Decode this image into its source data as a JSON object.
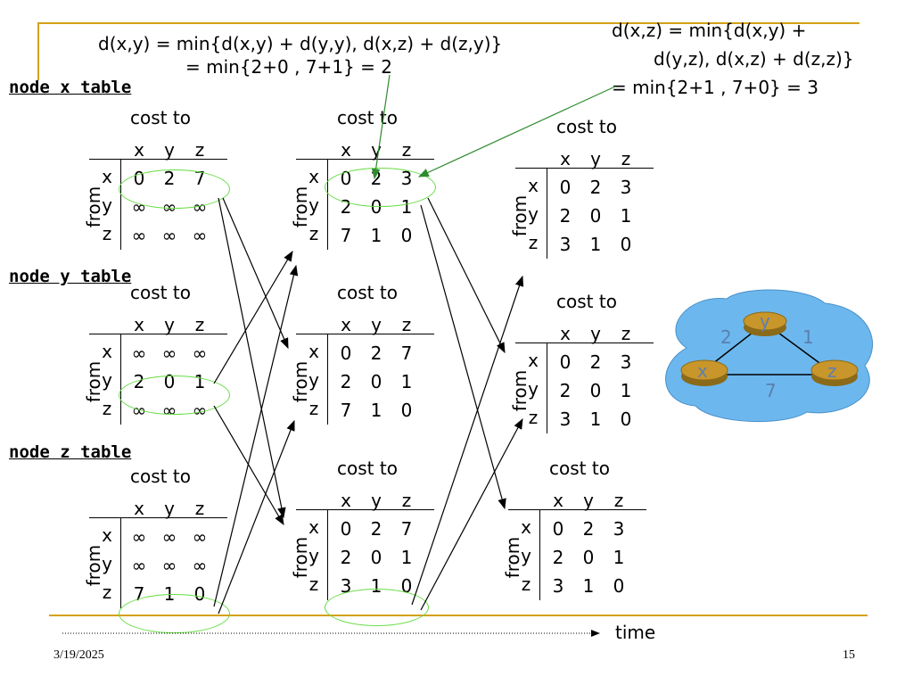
{
  "formula_y": {
    "line1": "d(x,y) = min{d(x,y) + d(y,y), d(x,z) + d(z,y)}",
    "line2": "= min{2+0 , 7+1} = 2"
  },
  "formula_z": {
    "line1": "d(x,z) = min{d(x,y) +",
    "line2": "d(y,z), d(x,z) + d(z,z)}",
    "line3": "= min{2+1 , 7+0} = 3"
  },
  "node_titles": {
    "x": "node x table",
    "y": "node y table",
    "z": "node z table"
  },
  "labels": {
    "cost_to": "cost to",
    "from": "from",
    "cols": [
      "x",
      "y",
      "z"
    ],
    "rows": [
      "x",
      "y",
      "z"
    ]
  },
  "tables": {
    "x1": [
      [
        "0",
        "2",
        "7"
      ],
      [
        "∞",
        "∞",
        "∞"
      ],
      [
        "∞",
        "∞",
        "∞"
      ]
    ],
    "y1": [
      [
        "∞",
        "∞",
        "∞"
      ],
      [
        "2",
        "0",
        "1"
      ],
      [
        "∞",
        "∞",
        "∞"
      ]
    ],
    "z1": [
      [
        "∞",
        "∞",
        "∞"
      ],
      [
        "∞",
        "∞",
        "∞"
      ],
      [
        "7",
        "1",
        "0"
      ]
    ],
    "x2": [
      [
        "0",
        "2",
        "3"
      ],
      [
        "2",
        "0",
        "1"
      ],
      [
        "7",
        "1",
        "0"
      ]
    ],
    "y2": [
      [
        "0",
        "2",
        "7"
      ],
      [
        "2",
        "0",
        "1"
      ],
      [
        "7",
        "1",
        "0"
      ]
    ],
    "z2": [
      [
        "0",
        "2",
        "7"
      ],
      [
        "2",
        "0",
        "1"
      ],
      [
        "3",
        "1",
        "0"
      ]
    ],
    "x3": [
      [
        "0",
        "2",
        "3"
      ],
      [
        "2",
        "0",
        "1"
      ],
      [
        "3",
        "1",
        "0"
      ]
    ],
    "y3": [
      [
        "0",
        "2",
        "3"
      ],
      [
        "2",
        "0",
        "1"
      ],
      [
        "3",
        "1",
        "0"
      ]
    ],
    "z3": [
      [
        "0",
        "2",
        "3"
      ],
      [
        "2",
        "0",
        "1"
      ],
      [
        "3",
        "1",
        "0"
      ]
    ]
  },
  "network": {
    "nodes": [
      "x",
      "y",
      "z"
    ],
    "edges": [
      {
        "from": "x",
        "to": "y",
        "cost": "2"
      },
      {
        "from": "y",
        "to": "z",
        "cost": "1"
      },
      {
        "from": "x",
        "to": "z",
        "cost": "7"
      }
    ],
    "colors": {
      "cloud": "#6CB8EE",
      "router": "#C8962A",
      "link": "#000000",
      "label": "#5B7FB0"
    }
  },
  "time_label": "time",
  "footer": {
    "date": "3/19/2025",
    "page": "15"
  },
  "colors": {
    "accent": "#D4A017",
    "highlight": "#66DD44",
    "arrow": "#2E8B2E"
  }
}
